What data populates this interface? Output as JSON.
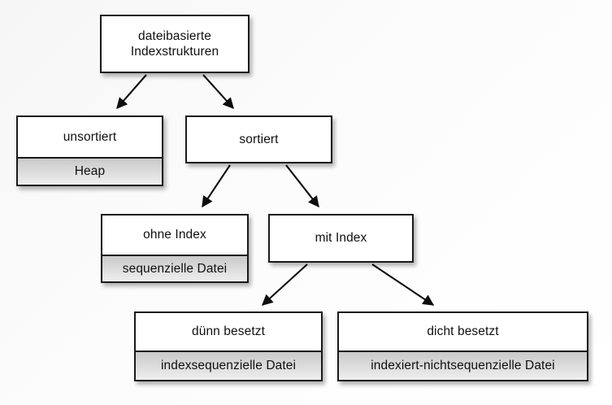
{
  "diagram": {
    "title": "dateibasierte Indexstrukturen",
    "type": "tree-hierarchy",
    "background_color": "#fbfbfb",
    "node_fill": "#ffffff",
    "node_subfill": "#d4d4d4",
    "node_border": "#1a1a1a",
    "text_color": "#101010",
    "nodes": [
      {
        "id": "root",
        "label": "dateibasierte\nIndexstrukturen",
        "sublabel": null
      },
      {
        "id": "unsortiert",
        "label": "unsortiert",
        "sublabel": "Heap"
      },
      {
        "id": "sortiert",
        "label": "sortiert",
        "sublabel": null
      },
      {
        "id": "ohne_index",
        "label": "ohne Index",
        "sublabel": "sequenzielle Datei"
      },
      {
        "id": "mit_index",
        "label": "mit Index",
        "sublabel": null
      },
      {
        "id": "duenn",
        "label": "dünn besetzt",
        "sublabel": "indexsequenzielle Datei"
      },
      {
        "id": "dicht",
        "label": "dicht besetzt",
        "sublabel": "indexiert-nichtsequenzielle Datei"
      }
    ],
    "edges": [
      {
        "from": "root",
        "to": "unsortiert"
      },
      {
        "from": "root",
        "to": "sortiert"
      },
      {
        "from": "sortiert",
        "to": "ohne_index"
      },
      {
        "from": "sortiert",
        "to": "mit_index"
      },
      {
        "from": "mit_index",
        "to": "duenn"
      },
      {
        "from": "mit_index",
        "to": "dicht"
      }
    ]
  }
}
